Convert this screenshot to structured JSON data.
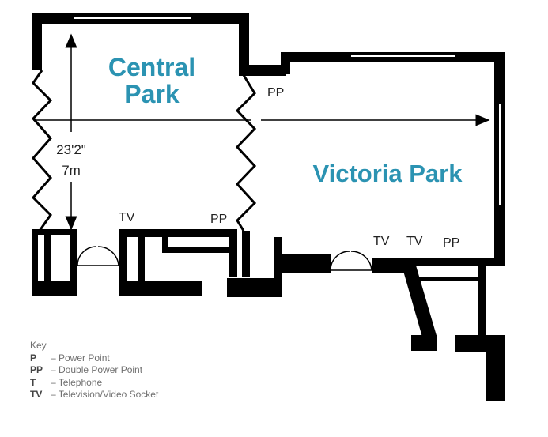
{
  "rooms": {
    "central_park": {
      "line1": "Central",
      "line2": "Park"
    },
    "victoria_park": {
      "name": "Victoria Park"
    }
  },
  "dimension": {
    "imperial": "23'2\"",
    "metric": "7m"
  },
  "sockets": {
    "pp_top": "PP",
    "tv_central": "TV",
    "pp_central": "PP",
    "tv_victoria_1": "TV",
    "tv_victoria_2": "TV",
    "pp_victoria": "PP"
  },
  "key": {
    "title": "Key",
    "items": [
      {
        "code": "P",
        "desc": "– Power Point"
      },
      {
        "code": "PP",
        "desc": "– Double Power Point"
      },
      {
        "code": "T",
        "desc": "– Telephone"
      },
      {
        "code": "TV",
        "desc": "– Television/Video Socket"
      }
    ]
  },
  "colors": {
    "room_label": "#2b93b2",
    "walls": "#000000",
    "key_text": "#6f6f6f"
  }
}
